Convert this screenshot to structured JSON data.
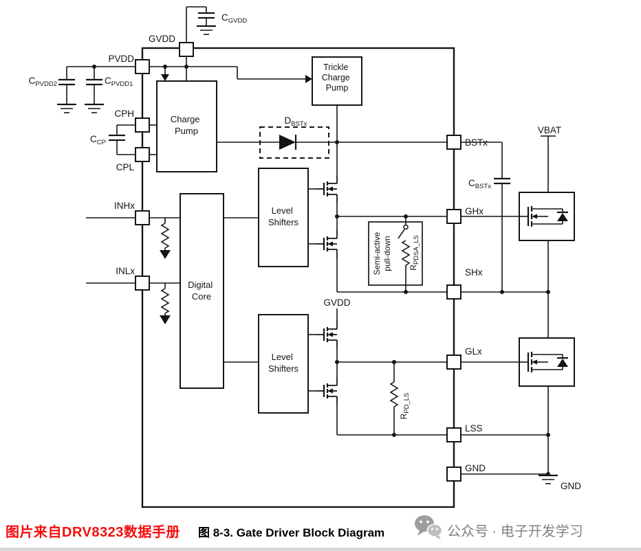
{
  "pins": {
    "gvdd": "GVDD",
    "pvdd": "PVDD",
    "cph": "CPH",
    "cpl": "CPL",
    "inhx": "INHx",
    "inlx": "INLx",
    "bstx": "BSTx",
    "ghx": "GHx",
    "shx": "SHx",
    "glx": "GLx",
    "lss": "LSS",
    "gnd": "GND"
  },
  "nets": {
    "vbat": "VBAT",
    "gvdd_internal": "GVDD",
    "gnd_external": "GND"
  },
  "blocks": {
    "charge_pump": [
      "Charge",
      "Pump"
    ],
    "trickle_charge_pump": [
      "Trickle",
      "Charge",
      "Pump"
    ],
    "level_shifters_hs": [
      "Level",
      "Shifters"
    ],
    "level_shifters_ls": [
      "Level",
      "Shifters"
    ],
    "digital_core": [
      "Digital",
      "Core"
    ],
    "semi_active_pulldown": [
      "Semi-active",
      "pull-down"
    ]
  },
  "components": {
    "c_gvdd": {
      "prefix": "C",
      "sub": "GVDD"
    },
    "c_pvdd2": {
      "prefix": "C",
      "sub": "PVDD2"
    },
    "c_pvdd1": {
      "prefix": "C",
      "sub": "PVDD1"
    },
    "c_cp": {
      "prefix": "C",
      "sub": "CP"
    },
    "d_bstx": {
      "prefix": "D",
      "sub": "BSTx"
    },
    "c_bstx": {
      "prefix": "C",
      "sub": "BSTx"
    },
    "r_pdsa_ls": {
      "prefix": "R",
      "sub": "PDSA_LS"
    },
    "r_pd_ls": {
      "prefix": "R",
      "sub": "PD_LS"
    }
  },
  "caption": {
    "source_note": "图片来自DRV8323数据手册",
    "figure_label": "图 8-3. Gate Driver Block Diagram",
    "wechat_account": "公众号 · 电子开发学习"
  }
}
